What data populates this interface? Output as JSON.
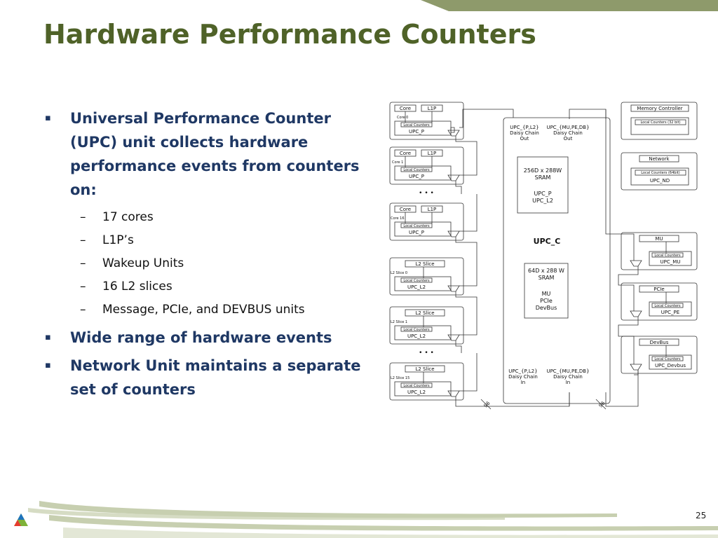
{
  "slide": {
    "title": "Hardware Performance Counters",
    "page_number": "25"
  },
  "bullets": {
    "b1": "Universal Performance Counter (UPC) unit collects hardware performance events from counters on:",
    "sub": [
      "17 cores",
      "L1P’s",
      "Wakeup Units",
      "16 L2 slices",
      "Message, PCIe, and DEVBUS units"
    ],
    "b2": "Wide range of hardware events",
    "b3": "Network Unit maintains a separate set of counters",
    "marker": "▪",
    "dash": "–"
  },
  "diagram": {
    "core": "Core",
    "l1p": "L1P",
    "core0": "Core 0",
    "core1": "Core 1",
    "core16": "Core 16",
    "local_counters": "Local Counters",
    "upc_p": "UPC_P",
    "ellipsis": "• • •",
    "l2_slice": "L2 Slice",
    "l2_slice0": "L2 Slice 0",
    "l2_slice1": "L2 Slice 1",
    "l2_slice15": "L2 Slice 15",
    "upc_l2": "UPC_L2",
    "chain_out_left": [
      "UPC_{P,L2}",
      "Daisy Chain",
      "Out"
    ],
    "chain_out_right": [
      "UPC_{MU,PE,DB}",
      "Daisy Chain",
      "Out"
    ],
    "sram1": [
      "256D x 288W",
      "SRAM",
      "",
      "UPC_P",
      "UPC_L2"
    ],
    "upc_c": "UPC_C",
    "sram2": [
      "64D x 288 W",
      "SRAM",
      "",
      "MU",
      "PCIe",
      "DevBus"
    ],
    "chain_in_left": [
      "UPC_{P,L2}",
      "Daisy Chain",
      "In"
    ],
    "chain_in_right": [
      "UPC_{MU,PE,DB}",
      "Daisy Chain",
      "In"
    ],
    "bus_width": "96",
    "memory_controller": "Memory Controller",
    "local_counters_32": "Local Counters (32 bit)",
    "network": "Network",
    "local_counters_64": "Local Counters (64bit)",
    "upc_nd": "UPC_ND",
    "mu": "MU",
    "upc_mu": "UPC_MU",
    "pcie": "PCIe",
    "upc_pe": "UPC_PE",
    "devbus": "DevBus",
    "upc_devbus": "UPC_Devbus"
  },
  "colors": {
    "title": "#4f6228",
    "bullet_text": "#1f3864",
    "accent_olive": "#8e9a6b",
    "band_light": "#c7cfb0"
  }
}
